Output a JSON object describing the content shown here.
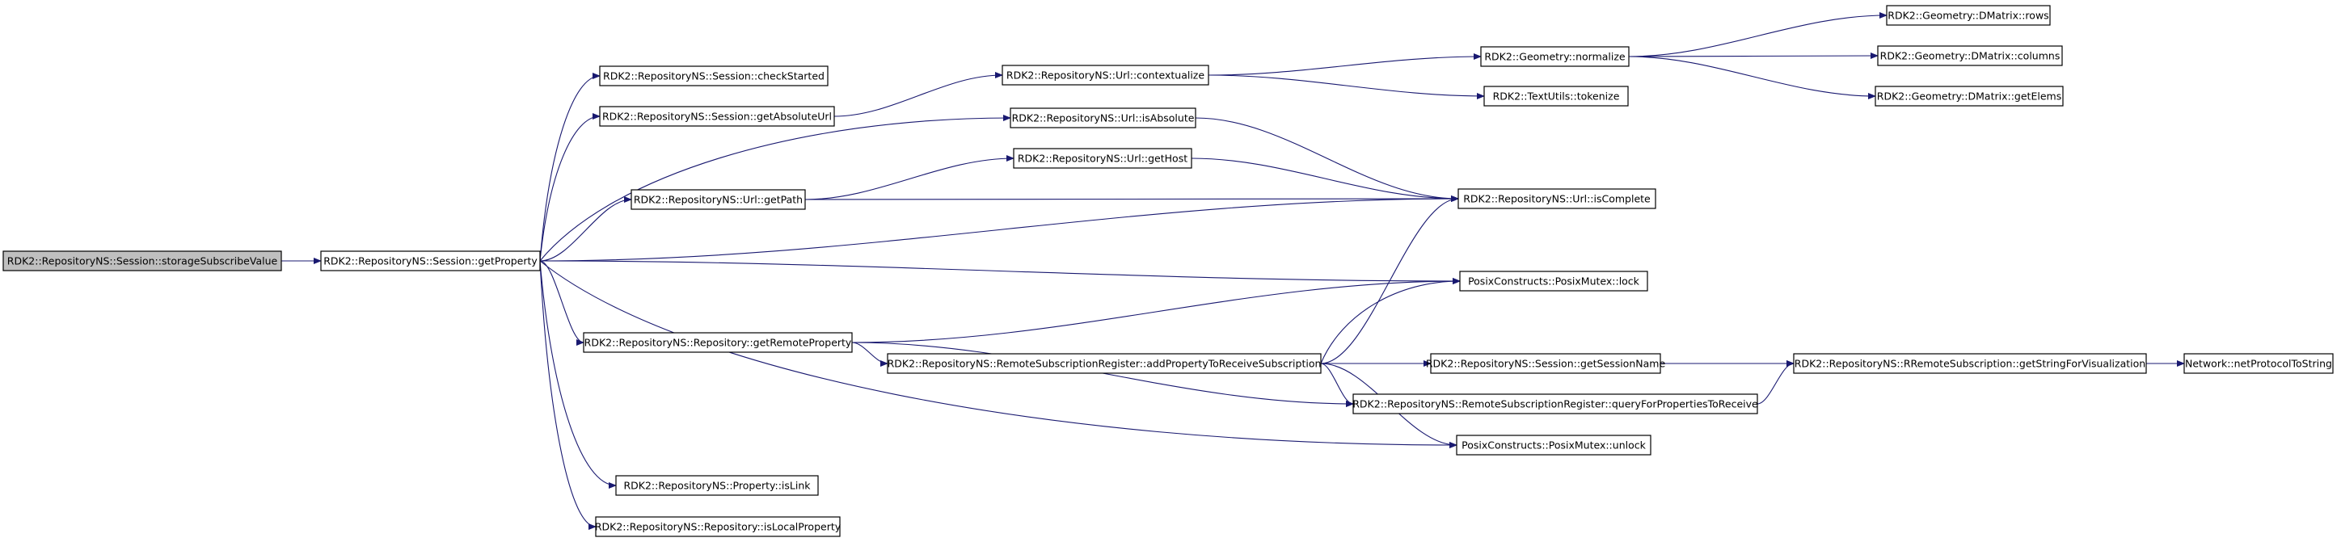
{
  "graph": {
    "nodes": [
      {
        "id": "n0",
        "label": "RDK2::RepositoryNS::Session::storageSubscribeValue",
        "root": true
      },
      {
        "id": "n1",
        "label": "RDK2::RepositoryNS::Session::getProperty"
      },
      {
        "id": "n2",
        "label": "RDK2::RepositoryNS::Session::checkStarted"
      },
      {
        "id": "n3",
        "label": "RDK2::RepositoryNS::Session::getAbsoluteUrl"
      },
      {
        "id": "n4",
        "label": "RDK2::RepositoryNS::Url::getPath"
      },
      {
        "id": "n5",
        "label": "RDK2::RepositoryNS::Repository::getRemoteProperty"
      },
      {
        "id": "n6",
        "label": "RDK2::RepositoryNS::Property::isLink"
      },
      {
        "id": "n7",
        "label": "RDK2::RepositoryNS::Repository::isLocalProperty"
      },
      {
        "id": "n8",
        "label": "RDK2::RepositoryNS::Url::contextualize"
      },
      {
        "id": "n9",
        "label": "RDK2::RepositoryNS::Url::isAbsolute"
      },
      {
        "id": "n10",
        "label": "RDK2::RepositoryNS::Url::getHost"
      },
      {
        "id": "n11",
        "label": "RDK2::RepositoryNS::RemoteSubscriptionRegister::addPropertyToReceiveSubscription"
      },
      {
        "id": "n12",
        "label": "RDK2::Geometry::normalize"
      },
      {
        "id": "n13",
        "label": "RDK2::TextUtils::tokenize"
      },
      {
        "id": "n14",
        "label": "RDK2::RepositoryNS::Url::isComplete"
      },
      {
        "id": "n15",
        "label": "PosixConstructs::PosixMutex::lock"
      },
      {
        "id": "n16",
        "label": "RDK2::RepositoryNS::Session::getSessionName"
      },
      {
        "id": "n17",
        "label": "RDK2::RepositoryNS::RemoteSubscriptionRegister::queryForPropertiesToReceive"
      },
      {
        "id": "n18",
        "label": "PosixConstructs::PosixMutex::unlock"
      },
      {
        "id": "n19",
        "label": "RDK2::Geometry::DMatrix::rows"
      },
      {
        "id": "n20",
        "label": "RDK2::Geometry::DMatrix::columns"
      },
      {
        "id": "n21",
        "label": "RDK2::Geometry::DMatrix::getElems"
      },
      {
        "id": "n22",
        "label": "RDK2::RepositoryNS::RRemoteSubscription::getStringForVisualization"
      },
      {
        "id": "n23",
        "label": "Network::netProtocolToString"
      }
    ],
    "edges": [
      [
        "n0",
        "n1"
      ],
      [
        "n1",
        "n2"
      ],
      [
        "n1",
        "n3"
      ],
      [
        "n1",
        "n9"
      ],
      [
        "n1",
        "n4"
      ],
      [
        "n1",
        "n14"
      ],
      [
        "n1",
        "n15"
      ],
      [
        "n1",
        "n5"
      ],
      [
        "n1",
        "n18"
      ],
      [
        "n1",
        "n6"
      ],
      [
        "n1",
        "n7"
      ],
      [
        "n3",
        "n8"
      ],
      [
        "n8",
        "n12"
      ],
      [
        "n8",
        "n13"
      ],
      [
        "n12",
        "n19"
      ],
      [
        "n12",
        "n20"
      ],
      [
        "n12",
        "n21"
      ],
      [
        "n9",
        "n14"
      ],
      [
        "n4",
        "n10"
      ],
      [
        "n4",
        "n14"
      ],
      [
        "n10",
        "n14"
      ],
      [
        "n5",
        "n15"
      ],
      [
        "n5",
        "n11"
      ],
      [
        "n5",
        "n17"
      ],
      [
        "n11",
        "n14"
      ],
      [
        "n11",
        "n15"
      ],
      [
        "n11",
        "n16"
      ],
      [
        "n11",
        "n17"
      ],
      [
        "n11",
        "n18"
      ],
      [
        "n11",
        "n22"
      ],
      [
        "n17",
        "n22"
      ],
      [
        "n22",
        "n23"
      ]
    ]
  }
}
